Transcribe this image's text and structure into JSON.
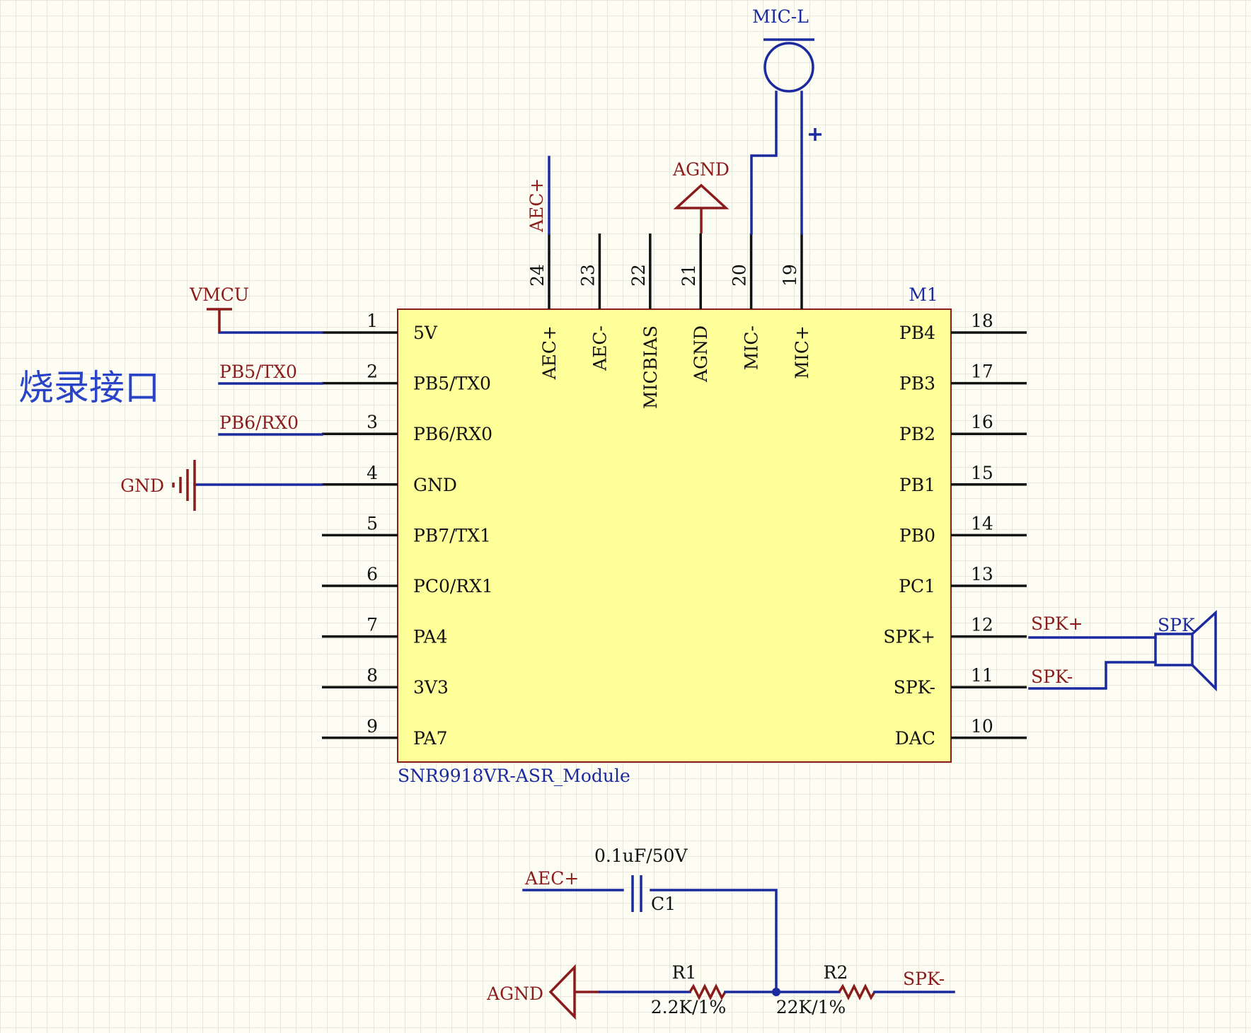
{
  "module": {
    "designator": "M1",
    "name": "SNR9918VR-ASR_Module",
    "left_pins": [
      {
        "num": "1",
        "label": "5V"
      },
      {
        "num": "2",
        "label": "PB5/TX0"
      },
      {
        "num": "3",
        "label": "PB6/RX0"
      },
      {
        "num": "4",
        "label": "GND"
      },
      {
        "num": "5",
        "label": "PB7/TX1"
      },
      {
        "num": "6",
        "label": "PC0/RX1"
      },
      {
        "num": "7",
        "label": "PA4"
      },
      {
        "num": "8",
        "label": "3V3"
      },
      {
        "num": "9",
        "label": "PA7"
      }
    ],
    "right_pins": [
      {
        "num": "18",
        "label": "PB4"
      },
      {
        "num": "17",
        "label": "PB3"
      },
      {
        "num": "16",
        "label": "PB2"
      },
      {
        "num": "15",
        "label": "PB1"
      },
      {
        "num": "14",
        "label": "PB0"
      },
      {
        "num": "13",
        "label": "PC1"
      },
      {
        "num": "12",
        "label": "SPK+"
      },
      {
        "num": "11",
        "label": "SPK-"
      },
      {
        "num": "10",
        "label": "DAC"
      }
    ],
    "top_pins": [
      {
        "num": "24",
        "label": "AEC+"
      },
      {
        "num": "23",
        "label": "AEC-"
      },
      {
        "num": "22",
        "label": "MICBIAS"
      },
      {
        "num": "21",
        "label": "AGND"
      },
      {
        "num": "20",
        "label": "MIC-"
      },
      {
        "num": "19",
        "label": "MIC+"
      }
    ]
  },
  "nets": {
    "vmcu": "VMCU",
    "pb5": "PB5/TX0",
    "pb6": "PB6/RX0",
    "gnd": "GND",
    "aec_plus_top": "AEC+",
    "agnd_top": "AGND",
    "spk_plus": "SPK+",
    "spk_minus": "SPK-",
    "aec_plus_bottom": "AEC+",
    "agnd_bottom": "AGND",
    "spk_minus_bottom": "SPK-"
  },
  "title_text": "烧录接口",
  "mic": {
    "label": "MIC-L",
    "polarity": "+"
  },
  "speaker": {
    "label": "SPK"
  },
  "capacitor": {
    "designator": "C1",
    "value": "0.1uF/50V"
  },
  "resistors": [
    {
      "designator": "R1",
      "value": "2.2K/1%"
    },
    {
      "designator": "R2",
      "value": "22K/1%"
    }
  ],
  "colors": {
    "wire": "#1c2aa0",
    "net_label": "#8a1c1c",
    "pin": "#111111",
    "module_fill": "#ffff99",
    "module_border": "#8a1c1c",
    "title": "#2a44c8"
  }
}
